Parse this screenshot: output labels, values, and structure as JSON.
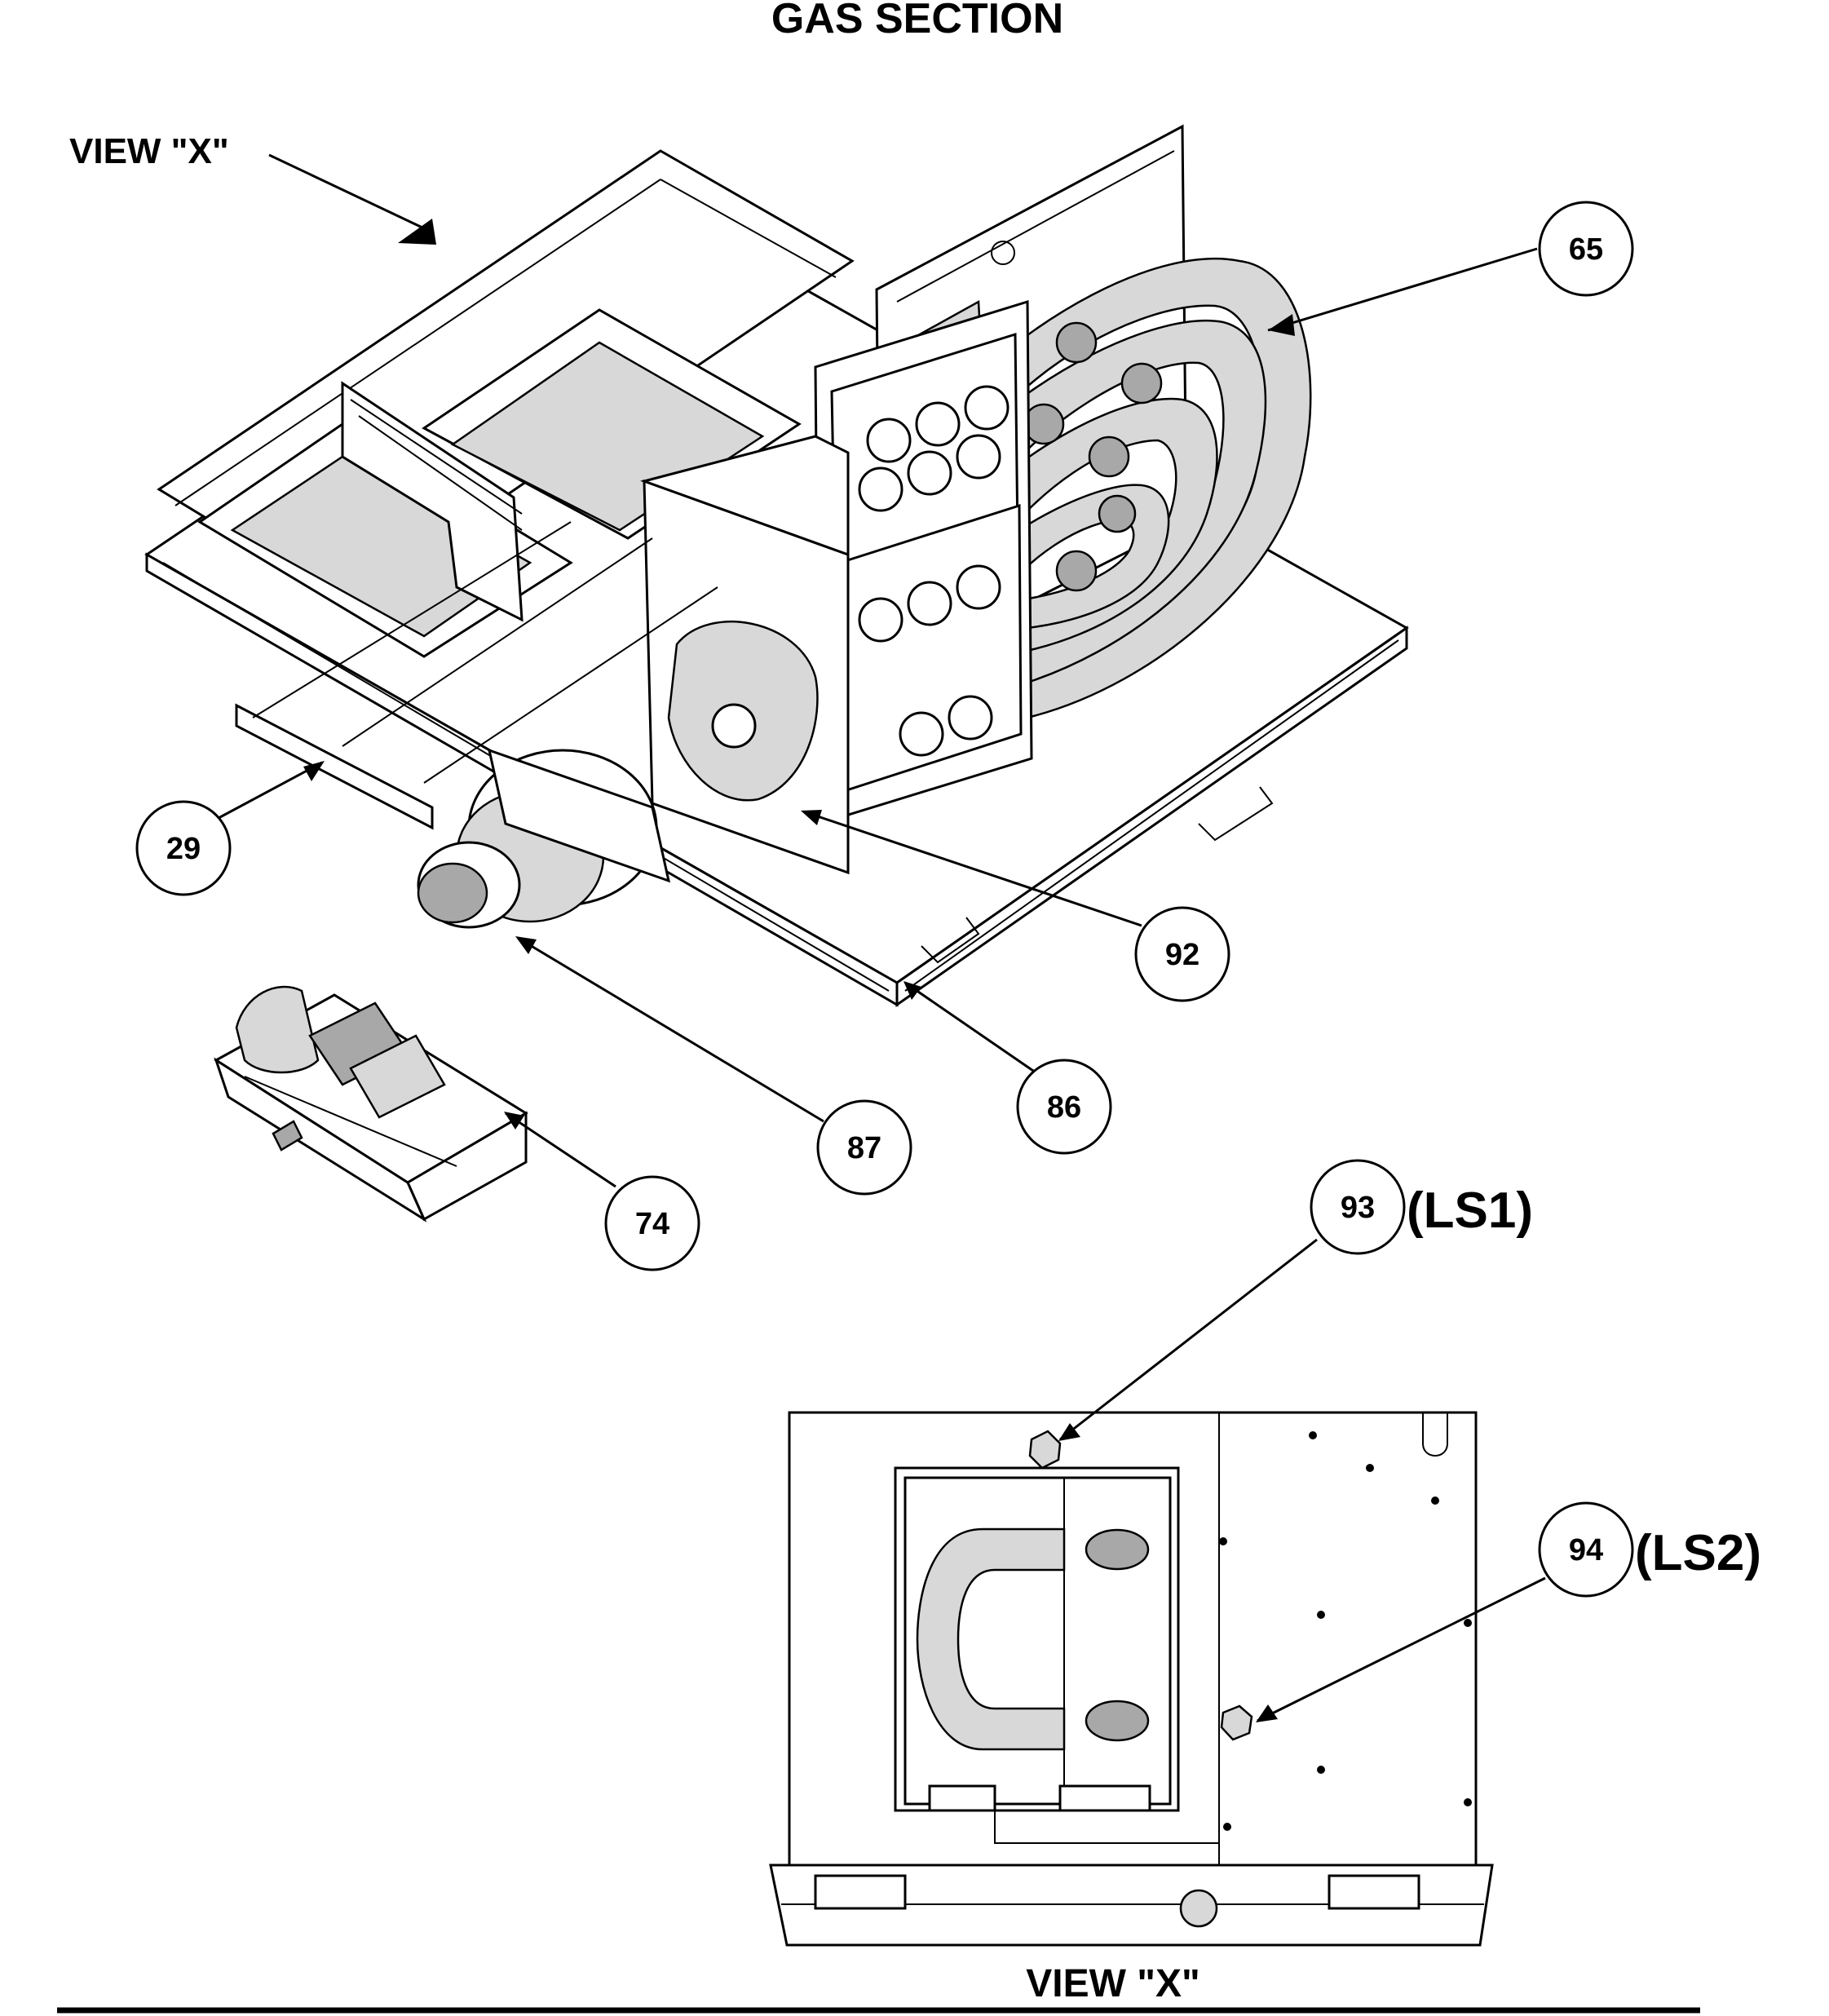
{
  "title": "GAS SECTION",
  "view_pointer_label": "VIEW \"X\"",
  "view_caption": "VIEW \"X\"",
  "callouts": {
    "c29": "29",
    "c65": "65",
    "c74": "74",
    "c86": "86",
    "c87": "87",
    "c92": "92",
    "c93": "93",
    "c94": "94"
  },
  "switch_labels": {
    "ls1": "(LS1)",
    "ls2": "(LS2)"
  }
}
